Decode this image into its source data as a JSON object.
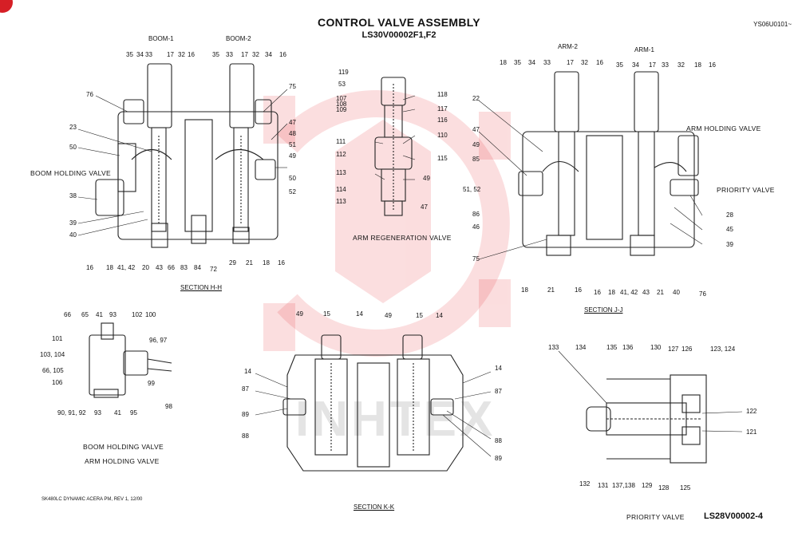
{
  "title": "CONTROL VALVE ASSEMBLY",
  "subtitle": "LS30V00002F1,F2",
  "doc_id": "YS06U0101~",
  "labels": {
    "boom1": "BOOM-1",
    "boom2": "BOOM-2",
    "arm2": "ARM-2",
    "arm1": "ARM-1",
    "boom_holding_valve": "BOOM HOLDING VALVE",
    "arm_holding_valve": "ARM HOLDING VALVE",
    "priority_valve": "PRIORITY VALVE",
    "arm_regeneration_valve": "ARM REGENERATION VALVE",
    "boom_holding_valve_2": "BOOM HOLDING VALVE",
    "arm_holding_valve_2": "ARM HOLDING VALVE",
    "priority_valve_footer": "PRIORITY VALVE"
  },
  "sections": {
    "hh": "SECTION  H-H",
    "jj": "SECTION  J-J",
    "kk": "SECTION  K-K"
  },
  "footer": {
    "left": "SK480LC DYNAMIC ACERA PM, REV 1, 12/00",
    "right_code": "LS28V00002-4"
  },
  "watermark": {
    "text": "INHTEX",
    "color": "#e8323a"
  },
  "callouts": {
    "hh_top": [
      "35",
      "34",
      "33",
      "17",
      "32",
      "16",
      "35",
      "33",
      "17",
      "32",
      "34",
      "16"
    ],
    "hh_left": [
      "76",
      "23",
      "50",
      "38",
      "39",
      "40"
    ],
    "hh_right": [
      "75",
      "47",
      "48",
      "51",
      "49",
      "50",
      "52"
    ],
    "hh_bottom": [
      "16",
      "18",
      "41, 42",
      "20",
      "43",
      "66",
      "83",
      "84",
      "72",
      "29",
      "21",
      "18",
      "16"
    ],
    "reg_left": [
      "119",
      "53",
      "107",
      "108",
      "109",
      "111",
      "112",
      "113",
      "114",
      "113"
    ],
    "reg_right": [
      "118",
      "117",
      "116",
      "110",
      "115",
      "49",
      "47"
    ],
    "jj_top": [
      "18",
      "35",
      "34",
      "33",
      "17",
      "32",
      "16",
      "35",
      "34",
      "17",
      "33",
      "32",
      "18",
      "16"
    ],
    "jj_left": [
      "22",
      "47",
      "49",
      "85",
      "51, 52",
      "86",
      "46",
      "75"
    ],
    "jj_right": [
      "28",
      "45",
      "39"
    ],
    "jj_bottom": [
      "18",
      "21",
      "16",
      "16",
      "18",
      "41, 42",
      "43",
      "21",
      "40",
      "76"
    ],
    "hold_top": [
      "66",
      "65",
      "41",
      "93",
      "102",
      "100"
    ],
    "hold_left": [
      "101",
      "103, 104",
      "66, 105",
      "106"
    ],
    "hold_right": [
      "96, 97",
      "99",
      "98"
    ],
    "hold_bottom": [
      "90, 91, 92",
      "93",
      "41",
      "95"
    ],
    "kk_top": [
      "49",
      "15",
      "14",
      "49",
      "15",
      "14"
    ],
    "kk_left": [
      "14",
      "87",
      "89",
      "88"
    ],
    "kk_right": [
      "14",
      "87",
      "88",
      "89"
    ],
    "pv_top": [
      "133",
      "134",
      "135",
      "136",
      "130",
      "127",
      "126",
      "123, 124"
    ],
    "pv_right": [
      "122",
      "121"
    ],
    "pv_bottom": [
      "132",
      "131",
      "137,138",
      "129",
      "128",
      "125"
    ]
  }
}
